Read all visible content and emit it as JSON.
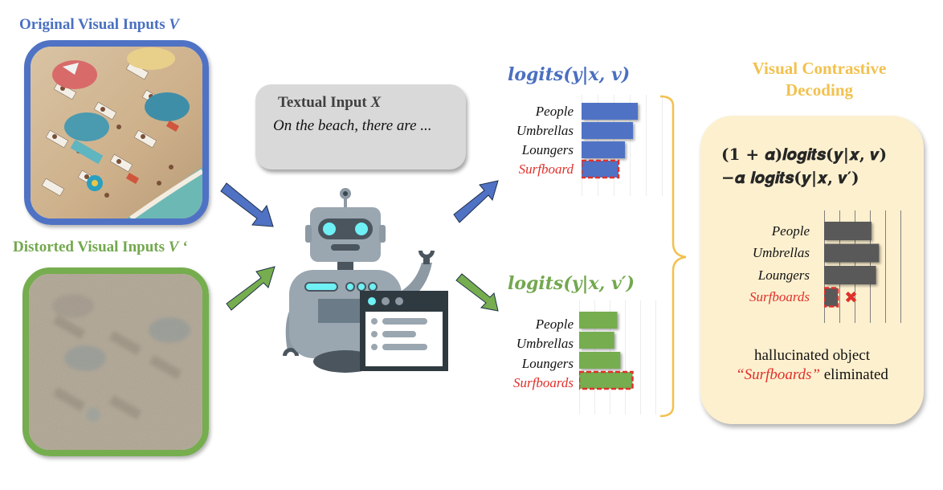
{
  "original_input": {
    "title": "Original Visual Inputs ",
    "title_symbol": "V",
    "image_alt": "Beach scene with umbrellas, loungers and people"
  },
  "distorted_input": {
    "title": "Distorted Visual Inputs ",
    "title_symbol": "V ‘",
    "image_alt": "Noisy distorted beach scene"
  },
  "textual_input": {
    "title": "Textual Input ",
    "title_symbol": "X",
    "body": "On the beach, there are ..."
  },
  "colors": {
    "blue": "#4f72c4",
    "green": "#76ad4f",
    "gray_bar": "#595959",
    "red": "#e0302a",
    "gold": "#f2c14e",
    "vcd_bg": "#fdf0cf"
  },
  "chart_data": [
    {
      "type": "bar",
      "orientation": "horizontal",
      "title": "logits(y|x, v)",
      "categories": [
        "People",
        "Umbrellas",
        "Loungers",
        "Surfboard"
      ],
      "values": [
        3.5,
        3.2,
        2.7,
        2.3
      ],
      "highlighted": "Surfboard",
      "xlim": [
        0,
        5
      ],
      "grid": true,
      "color": "#4f72c4"
    },
    {
      "type": "bar",
      "orientation": "horizontal",
      "title": "logits(y|x, v′)",
      "categories": [
        "People",
        "Umbrellas",
        "Loungers",
        "Surfboards"
      ],
      "values": [
        2.5,
        2.3,
        2.7,
        3.5
      ],
      "highlighted": "Surfboards",
      "xlim": [
        0,
        5
      ],
      "grid": true,
      "color": "#76ad4f"
    },
    {
      "type": "bar",
      "orientation": "horizontal",
      "title": "(1 + α)logits(y|x, v) − α logits(y|x, v′)",
      "categories": [
        "People",
        "Umbrellas",
        "Loungers",
        "Surfboards"
      ],
      "values": [
        3.1,
        3.6,
        3.4,
        0.9
      ],
      "highlighted": "Surfboards",
      "eliminated": "Surfboards",
      "xlim": [
        0,
        5
      ],
      "grid": true,
      "color": "#595959"
    }
  ],
  "vcd": {
    "title_line1": "Visual Contrastive",
    "title_line2": "Decoding",
    "formula_line1": "(𝟏 + 𝜶)𝒍𝒐𝒈𝒊𝒕𝒔(𝒚|𝒙, 𝒗)",
    "formula_line2": "−𝜶 𝒍𝒐𝒈𝒊𝒕𝒔(𝒚|𝒙, 𝒗′)",
    "result_line1": "hallucinated object",
    "result_quote": "“Surfboards”",
    "result_suffix": " eliminated",
    "eliminated_icon": "✖"
  }
}
